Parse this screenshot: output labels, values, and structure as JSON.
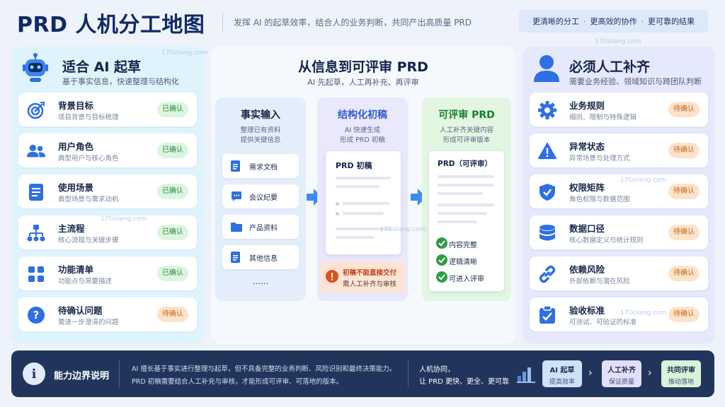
{
  "header": {
    "title": "PRD 人机分工地图",
    "subtitle": "发挥 AI 的起草效率，结合人的业务判断，共同产出高质量 PRD",
    "tags": [
      "更清晰的分工",
      "更高效的协作",
      "更可靠的结果"
    ]
  },
  "left": {
    "title": "适合 AI 起草",
    "subtitle": "基于事实信息，快速整理与结构化",
    "items": [
      {
        "title": "背景目标",
        "desc": "项目背景与目标梳理",
        "badge": "已确认",
        "icon": "target-icon"
      },
      {
        "title": "用户角色",
        "desc": "典型用户与核心角色",
        "badge": "已确认",
        "icon": "users-icon"
      },
      {
        "title": "使用场景",
        "desc": "典型场景与需求动机",
        "badge": "已确认",
        "icon": "document-icon"
      },
      {
        "title": "主流程",
        "desc": "核心流程与关键步骤",
        "badge": "已确认",
        "icon": "flow-icon"
      },
      {
        "title": "功能清单",
        "desc": "功能点与简要描述",
        "badge": "已确认",
        "icon": "grid-icon"
      },
      {
        "title": "待确认问题",
        "desc": "需进一步澄清的问题",
        "badge": "待确认",
        "icon": "question-icon"
      }
    ]
  },
  "middle": {
    "title": "从信息到可评审 PRD",
    "subtitle": "AI 先起草，人工再补充、再评审",
    "col1": {
      "title": "事实输入",
      "desc1": "整理已有资料",
      "desc2": "提供关键信息",
      "sources": [
        "需求文档",
        "会议纪要",
        "产品资料",
        "其他信息"
      ],
      "more": "……"
    },
    "col2": {
      "title": "结构化初稿",
      "desc1": "AI 快速生成",
      "desc2": "形成 PRD 初稿",
      "doc_title": "PRD 初稿",
      "warn1": "初稿不能直接交付",
      "warn2": "需人工补齐与审核"
    },
    "col3": {
      "title": "可评审 PRD",
      "desc1": "人工补齐关键内容",
      "desc2": "形成可评审版本",
      "doc_title": "PRD（可评审）",
      "checks": [
        "内容完整",
        "逻辑清晰",
        "可进入评审"
      ]
    }
  },
  "right": {
    "title": "必须人工补齐",
    "subtitle": "需要业务经验、领域知识与跨团队判断",
    "items": [
      {
        "title": "业务规则",
        "desc": "细则、限制与特殊逻辑",
        "badge": "待确认",
        "icon": "gear-icon"
      },
      {
        "title": "异常状态",
        "desc": "异常场景与处理方式",
        "badge": "待确认",
        "icon": "warning-icon"
      },
      {
        "title": "权限矩阵",
        "desc": "角色权限与数据范围",
        "badge": "待确认",
        "icon": "shield-icon"
      },
      {
        "title": "数据口径",
        "desc": "核心数据定义与统计规则",
        "badge": "待确认",
        "icon": "database-icon"
      },
      {
        "title": "依赖风险",
        "desc": "外部依赖与潜在风险",
        "badge": "待确认",
        "icon": "link-icon"
      },
      {
        "title": "验收标准",
        "desc": "可测试、可验证的标准",
        "badge": "待确认",
        "icon": "clipboard-check-icon"
      }
    ]
  },
  "bottom": {
    "title": "能力边界说明",
    "text1": "AI 擅长基于事实进行整理与起草，但不具备完整的业务判断、风险识别和最终决策能力。",
    "text2": "PRD 初稿需要结合人工补充与审核，才能形成可评审、可落地的版本。",
    "flow1": "人机协同，",
    "flow2": "让 PRD 更快、更全、更可靠",
    "steps": [
      {
        "l1": "AI 起草",
        "l2": "提高效率",
        "color": "#cfe0fb"
      },
      {
        "l1": "人工补齐",
        "l2": "保证质量",
        "color": "#e3defa"
      },
      {
        "l1": "共同评审",
        "l2": "推动落地",
        "color": "#d9f3d9"
      }
    ]
  },
  "watermark": "17Golang.com",
  "colors": {
    "blue": "#2f6fe4",
    "green": "#2f9e44",
    "orange": "#e07a22",
    "navy": "#21355c"
  }
}
